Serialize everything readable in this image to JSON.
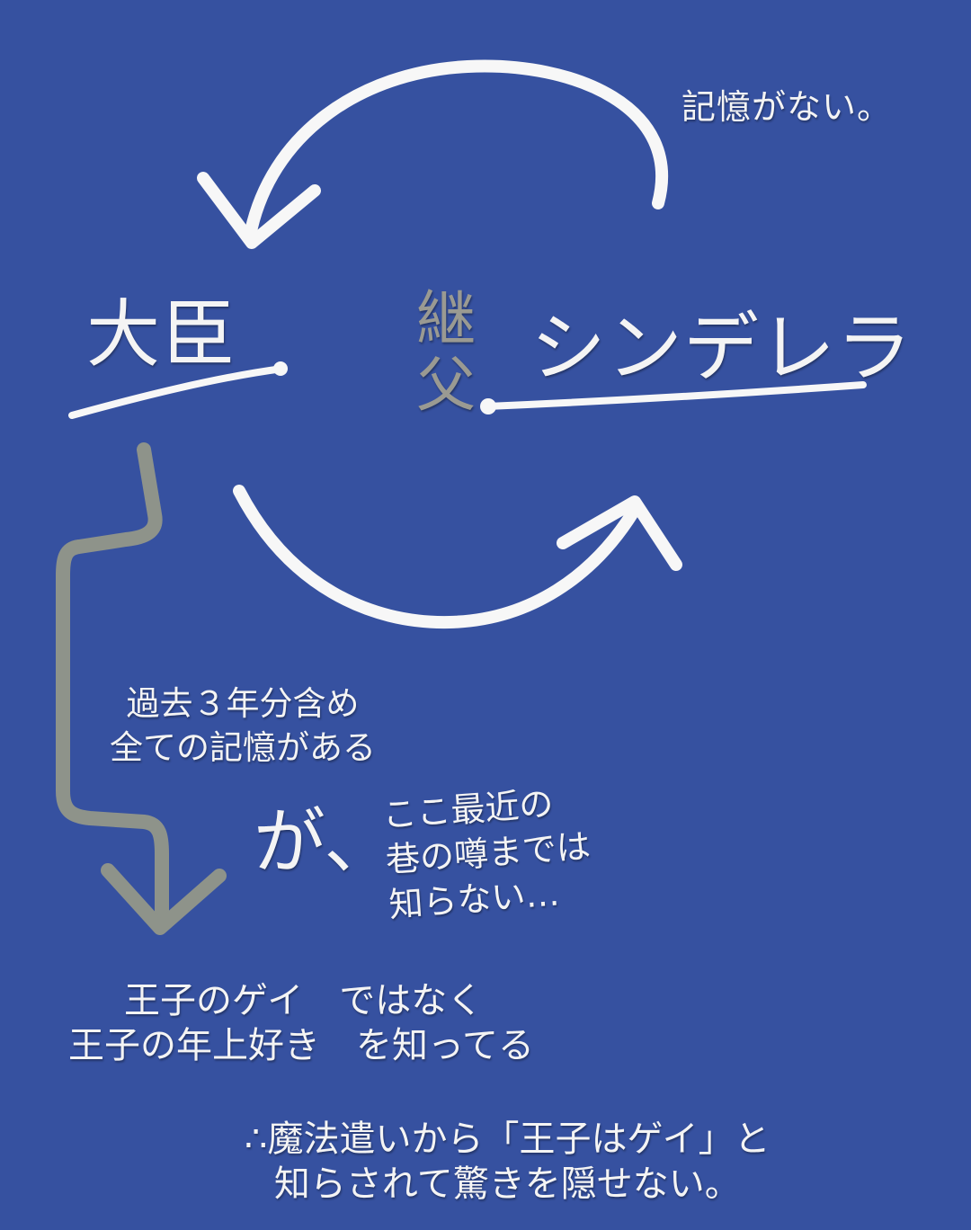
{
  "labels": {
    "memory_none": "記憶がない。",
    "daijin": "大臣",
    "keifu": "継父",
    "cinderella": "シンデレラ",
    "all_memory_line1": "過去３年分含め",
    "all_memory_line2": "全ての記憶がある",
    "ga": "が、",
    "recent_rumor_line1": "ここ最近の",
    "recent_rumor_line2": "巷の噂までは",
    "recent_rumor_line3": "知らない…",
    "prince_line1": "王子のゲイ　ではなく",
    "prince_line2": "王子の年上好き　を知ってる",
    "conclusion_line1": "∴魔法遣いから「王子はゲイ」と",
    "conclusion_line2": "知らされて驚きを隠せない。"
  },
  "colors": {
    "background": "#3651a0",
    "stroke_white": "#f7f7f7",
    "stroke_gray": "#8e938a",
    "keifu_text": "#9a9a92"
  }
}
